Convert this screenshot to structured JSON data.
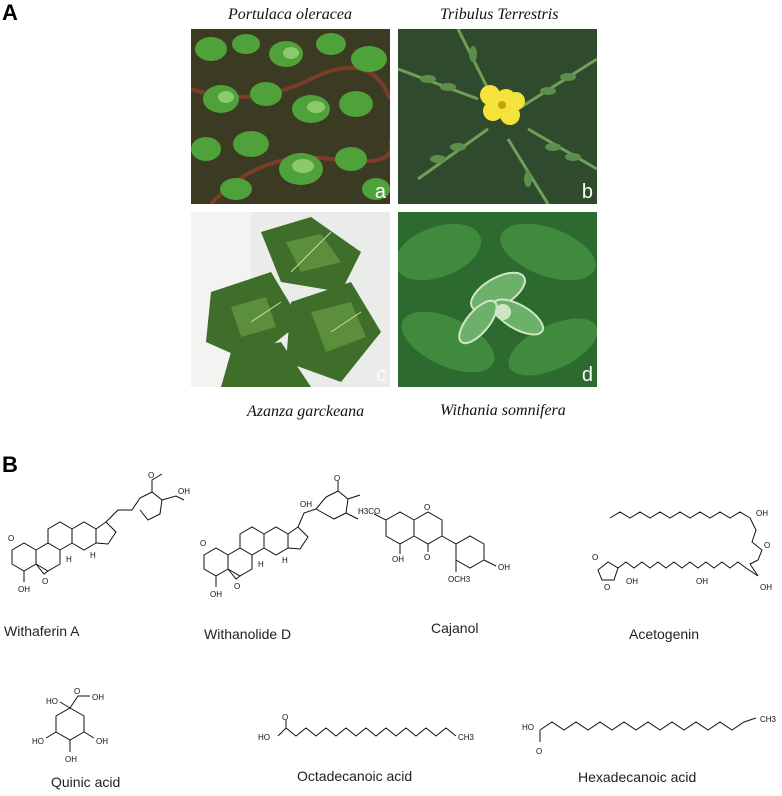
{
  "panel_a": {
    "letter": "A",
    "photos": [
      {
        "title": "Portulaca oleracea",
        "sub": "a"
      },
      {
        "title": "Tribulus Terrestris",
        "sub": "b"
      },
      {
        "title": "Azanza garckeana",
        "sub": "c"
      },
      {
        "title": "Withania somnifera",
        "sub": "d"
      }
    ]
  },
  "panel_b": {
    "letter": "B",
    "compounds": [
      {
        "name": "Withaferin A"
      },
      {
        "name": "Withanolide D"
      },
      {
        "name": "Cajanol"
      },
      {
        "name": "Acetogenin"
      },
      {
        "name": "Quinic acid"
      },
      {
        "name": "Octadecanoic acid"
      },
      {
        "name": "Hexadecanoic acid"
      }
    ],
    "atoms": {
      "o": "O",
      "oh": "OH",
      "h": "H",
      "ho": "HO",
      "ch3": "CH3",
      "och3": "OCH3",
      "h3co": "H3CO"
    }
  }
}
